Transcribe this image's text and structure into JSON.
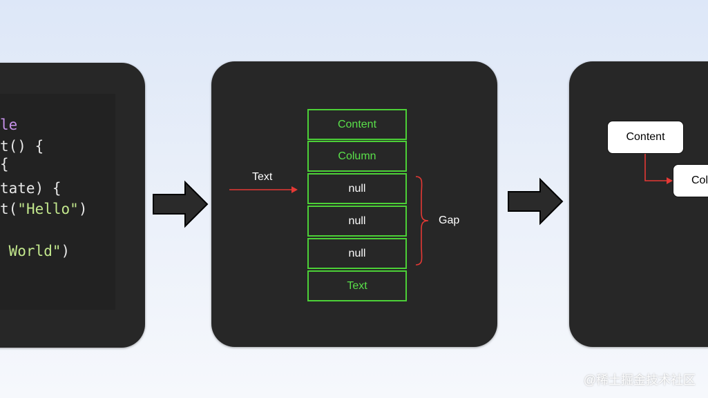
{
  "left_panel": {
    "code_lines": [
      {
        "pre": "",
        "kw": "le",
        "post": ""
      },
      {
        "pre": "t() {",
        "kw": "",
        "post": ""
      },
      {
        "pre": "{",
        "kw": "",
        "post": ""
      },
      {
        "pre": "tate) {",
        "kw": "",
        "post": ""
      },
      {
        "pre": "t(",
        "str": "\"Hello\"",
        "post": ")"
      },
      {
        "pre": "",
        "str": " World\"",
        "post": ")"
      }
    ]
  },
  "middle_panel": {
    "incoming_label": "Text",
    "cells": [
      "Content",
      "Column",
      "null",
      "null",
      "null",
      "Text"
    ],
    "gap_label": "Gap"
  },
  "right_panel": {
    "node_content": "Content",
    "node_column": "Col"
  },
  "watermark": "@稀土掘金技术社区",
  "colors": {
    "panel": "#272727",
    "green": "#5ae04a",
    "red_arrow": "#e53935",
    "keyword": "#c792ea",
    "string": "#c3e88d"
  }
}
